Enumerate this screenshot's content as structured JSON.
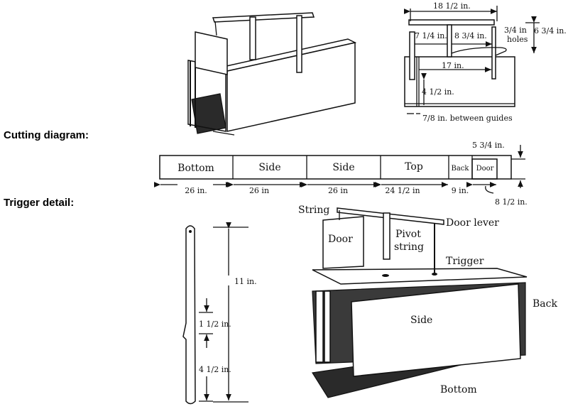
{
  "headings": {
    "cutting": "Cutting diagram:",
    "trigger": "Trigger detail:"
  },
  "assembly_dims": {
    "overall_top": "18 1/2 in.",
    "left_to_pivot": "7 1/4 in.",
    "pivot_to_trigger": "8 3/4 in.",
    "holes": [
      "3/4 in",
      "holes"
    ],
    "height": "6 3/4 in.",
    "span": "17 in.",
    "guide_height": "4 1/2 in.",
    "guides": "7/8 in. between guides"
  },
  "cutting": {
    "pieces": [
      {
        "label": "Bottom",
        "length": "26 in."
      },
      {
        "label": "Side",
        "length": "26 in"
      },
      {
        "label": "Side",
        "length": "26 in"
      },
      {
        "label": "Top",
        "length": "24 1/2 in"
      },
      {
        "label": "Back",
        "length": "9 in."
      },
      {
        "label": "Door",
        "length": "8 1/2 in."
      }
    ],
    "width": "5 3/4 in."
  },
  "trigger": {
    "length": "11 in.",
    "notch": "1 1/2 in.",
    "base": "4 1/2 in."
  },
  "exploded": {
    "string": "String",
    "door": "Door",
    "pivot": [
      "Pivot",
      "string"
    ],
    "door_lever": "Door lever",
    "trigger": "Trigger",
    "back": "Back",
    "side": "Side",
    "bottom": "Bottom"
  }
}
